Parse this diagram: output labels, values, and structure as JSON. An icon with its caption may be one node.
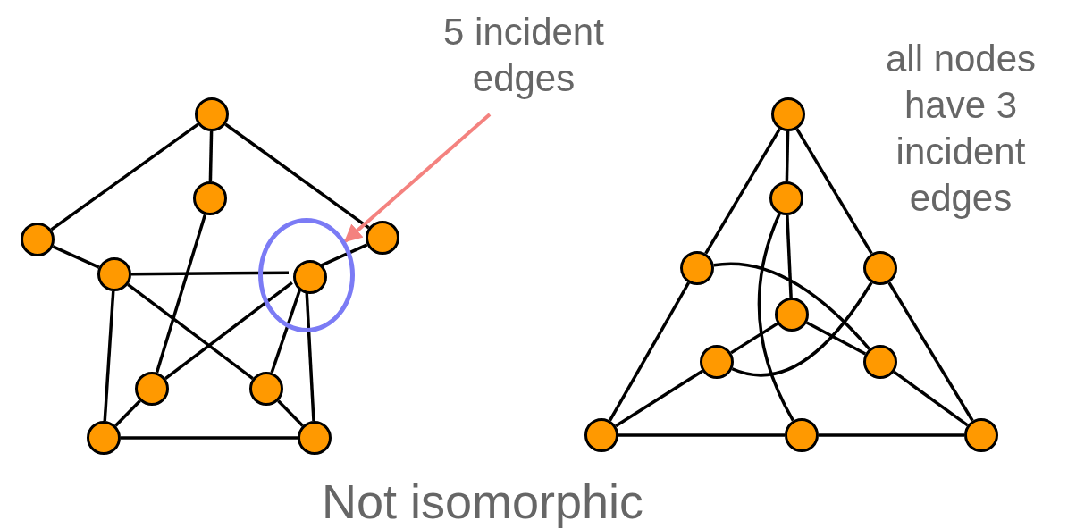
{
  "diagram": {
    "caption": "Not isomorphic",
    "nodes": [
      {
        "text": [
          "5 incident edges"
        ]
      },
      {
        "text": [],
        "shape": "circle"
      },
      {
        "text": [],
        "shape": "circle"
      },
      {
        "text": [],
        "shape": "circle"
      },
      {
        "text": [],
        "shape": "circle"
      },
      {
        "text": [],
        "shape": "circle"
      },
      {
        "text": [],
        "shape": "circle",
        "in": 5
      },
      {
        "text": [],
        "shape": "circle"
      },
      {
        "text": [],
        "shape": "circle"
      },
      {
        "text": [],
        "shape": "circle"
      },
      {
        "text": [],
        "shape": "circle"
      },
      {
        "text": [],
        "shape": "circle"
      },
      {
        "text": [],
        "shape": "circle"
      },
      {
        "text": [],
        "shape": "circle"
      },
      {
        "text": [],
        "shape": "circle"
      },
      {
        "text": [],
        "shape": "circle"
      },
      {
        "text": [],
        "shape": "circle"
      },
      {
        "text": [],
        "shape": "circle"
      },
      {
        "text": [],
        "shape": "circle"
      },
      {
        "text": [],
        "shape": "circle"
      },
      {
        "text": [],
        "shape": "circle"
      },
      {
        "text": [],
        "shape": "circle"
      }
    ],
    "edges": [
      {
        "from": 1,
        "to": 2,
        "arrow": "none"
      },
      {
        "from": 1,
        "to": 4,
        "arrow": "none"
      },
      {
        "from": 1,
        "to": 3,
        "arrow": "none"
      },
      {
        "from": 4,
        "to": 7,
        "arrow": "none"
      },
      {
        "from": 7,
        "to": 6,
        "arrow": "none"
      },
      {
        "from": 6,
        "to": 3,
        "arrow": "none"
      },
      {
        "from": 2,
        "to": 8,
        "arrow": "none"
      },
      {
        "from": 7,
        "to": 9,
        "arrow": "none"
      },
      {
        "from": 6,
        "to": 8,
        "arrow": "none"
      },
      {
        "from": 6,
        "to": 9,
        "arrow": "none"
      },
      {
        "from": 6,
        "to": 11,
        "arrow": "none"
      },
      {
        "from": 7,
        "to": 10,
        "arrow": "none"
      },
      {
        "from": 10,
        "to": 8,
        "arrow": "none"
      },
      {
        "from": 10,
        "to": 11,
        "arrow": "none"
      },
      {
        "from": 9,
        "to": 11,
        "arrow": "none"
      },
      {
        "from": 12,
        "to": 13,
        "arrow": "none"
      },
      {
        "from": 12,
        "to": 14,
        "arrow": "none"
      },
      {
        "from": 12,
        "to": 15,
        "arrow": "none"
      },
      {
        "from": 14,
        "to": 19,
        "arrow": "none"
      },
      {
        "from": 15,
        "to": 21,
        "arrow": "none"
      },
      {
        "from": 19,
        "to": 20,
        "arrow": "none"
      },
      {
        "from": 20,
        "to": 21,
        "arrow": "none"
      },
      {
        "from": 19,
        "to": 17,
        "arrow": "none"
      },
      {
        "from": 17,
        "to": 16,
        "arrow": "none"
      },
      {
        "from": 16,
        "to": 18,
        "arrow": "none"
      },
      {
        "from": 21,
        "to": 18,
        "arrow": "none"
      },
      {
        "from": 13,
        "to": 16,
        "arrow": "none"
      },
      {
        "from": 13,
        "to": 20,
        "arrow": "none"
      },
      {
        "from": 14,
        "to": 18,
        "arrow": "none"
      },
      {
        "from": 15,
        "to": 17,
        "arrow": "none"
      },
      {
        "from": 0,
        "to": 5,
        "arrow": "to",
        "color": "#f4827f"
      }
    ],
    "labels": [
      "all nodes have 3 incident edges"
    ]
  }
}
